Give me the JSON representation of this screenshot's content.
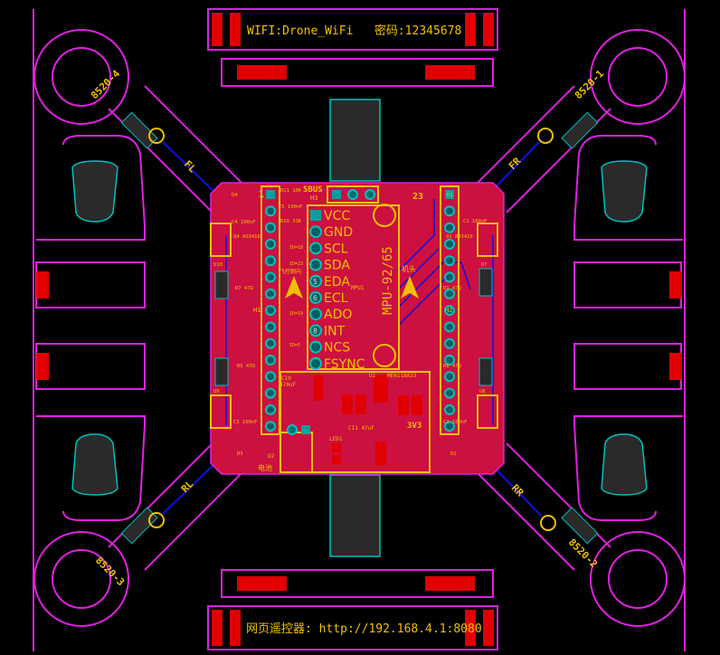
{
  "top_label": "WIFI:Drone_WiFi   密码:12345678",
  "bottom_label": "网页遥控器: http://192.168.4.1:8080",
  "motors": [
    "8520-1",
    "8520-2",
    "8520-3",
    "8520-4"
  ],
  "arms": [
    "FL",
    "FR",
    "RL",
    "RR"
  ],
  "module": {
    "name": "MPU-92/65",
    "ref": "MPU1",
    "pins": [
      "VCC",
      "GND",
      "SCL",
      "SDA",
      "EDA",
      "ECL",
      "ADO",
      "INT",
      "NCS",
      "FSYNC"
    ],
    "pin_numbers": [
      "5",
      "6",
      "8"
    ]
  },
  "headers": {
    "left": "H1",
    "right": "H2",
    "sbus": "SBUS",
    "h3": "H3",
    "left_pin": "1",
    "right_pin": "23"
  },
  "labels": {
    "nose": "机头",
    "left_arrow": "飞控朝向",
    "battery": "电池",
    "u2": "U2",
    "u1": "U1",
    "reg": "ME6118A33",
    "v33": "3V3",
    "led": "LED1",
    "c10": "C10",
    "c10_val": "470uF",
    "c11": "C11 47uF",
    "u10": "U10",
    "u7": "U7",
    "u9": "U9",
    "u8": "U8",
    "r1": "R1 47Ω",
    "r7": "R7 47Ω",
    "r5": "R5 47Ω",
    "r8": "R8 47Ω",
    "q1": "Q1 AO3416",
    "q4": "Q4 AO3416",
    "c1": "C1 100nF",
    "c4": "C4 100nF",
    "c2": "C2 100nF",
    "c3": "C3 100nF",
    "d1": "D1",
    "d4": "D4",
    "d2": "D2",
    "d3": "D3",
    "r11": "R11 10K",
    "r10": "R10 33K",
    "c5": "C5 100nF",
    "io18": "IO=18",
    "io23": "IO=23",
    "io19": "IO=19",
    "io5": "IO=5"
  },
  "colors": {
    "board": "#cc1040",
    "outline": "#e020e0",
    "silk": "#f0c000",
    "pad": "#e00000",
    "trace": "#1010e0",
    "via": "#00b0b0",
    "background": "#000000"
  }
}
